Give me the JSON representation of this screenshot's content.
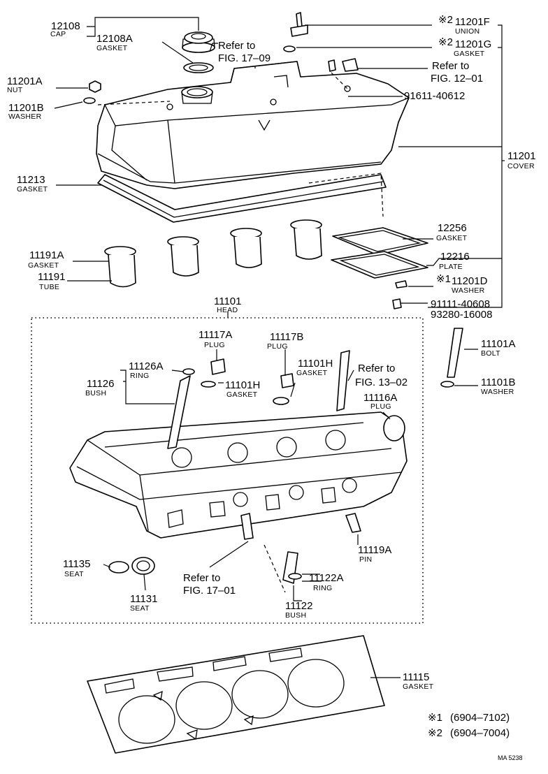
{
  "parts": {
    "p12108": {
      "number": "12108",
      "name": "CAP"
    },
    "p12108a": {
      "number": "12108A",
      "name": "GASKET"
    },
    "p11201a": {
      "number": "11201A",
      "name": "NUT"
    },
    "p11201b": {
      "number": "11201B",
      "name": "WASHER"
    },
    "p11201f": {
      "mark": "※2",
      "number": "11201F",
      "name": "UNION"
    },
    "p11201g": {
      "mark": "※2",
      "number": "11201G",
      "name": "GASKET"
    },
    "p91611": {
      "number": "91611-40612"
    },
    "p11201": {
      "number": "11201",
      "name": "COVER"
    },
    "p11213": {
      "number": "11213",
      "name": "GASKET"
    },
    "p12256": {
      "number": "12256",
      "name": "GASKET"
    },
    "p12216": {
      "number": "12216",
      "name": "PLATE"
    },
    "p11191a": {
      "number": "11191A",
      "name": "GASKET"
    },
    "p11191": {
      "number": "11191",
      "name": "TUBE"
    },
    "p11201d": {
      "mark": "※1",
      "number": "11201D",
      "name": "WASHER"
    },
    "p91111": {
      "number": "91111-40608"
    },
    "p93280": {
      "number": "93280-16008"
    },
    "p11101": {
      "number": "11101",
      "name": "HEAD"
    },
    "p11117a": {
      "number": "11117A",
      "name": "PLUG"
    },
    "p11117b": {
      "number": "11117B",
      "name": "PLUG"
    },
    "p11126a": {
      "number": "11126A",
      "name": "RING"
    },
    "p11126": {
      "number": "11126",
      "name": "BUSH"
    },
    "p11101h_a": {
      "number": "11101H",
      "name": "GASKET"
    },
    "p11101h_b": {
      "number": "11101H",
      "name": "GASKET"
    },
    "p11116a": {
      "number": "11116A",
      "name": "PLUG"
    },
    "p11101a": {
      "number": "11101A",
      "name": "BOLT"
    },
    "p11101b": {
      "number": "11101B",
      "name": "WASHER"
    },
    "p11135": {
      "number": "11135",
      "name": "SEAT"
    },
    "p11131": {
      "number": "11131",
      "name": "SEAT"
    },
    "p11122a": {
      "number": "11122A",
      "name": "RING"
    },
    "p11122": {
      "number": "11122",
      "name": "BUSH"
    },
    "p11119a": {
      "number": "11119A",
      "name": "PIN"
    },
    "p11115": {
      "number": "11115",
      "name": "GASKET"
    }
  },
  "references": {
    "fig1709": {
      "line1": "Refer to",
      "line2": "FIG. 17–09"
    },
    "fig1201": {
      "line1": "Refer to",
      "line2": "FIG. 12–01"
    },
    "fig1302": {
      "line1": "Refer to",
      "line2": "FIG. 13–02"
    },
    "fig1701": {
      "line1": "Refer to",
      "line2": "FIG. 17–01"
    }
  },
  "notes": {
    "n1": {
      "mark": "※1",
      "range": "(6904–7102)"
    },
    "n2": {
      "mark": "※2",
      "range": "(6904–7004)"
    }
  },
  "code": "MA 5238"
}
